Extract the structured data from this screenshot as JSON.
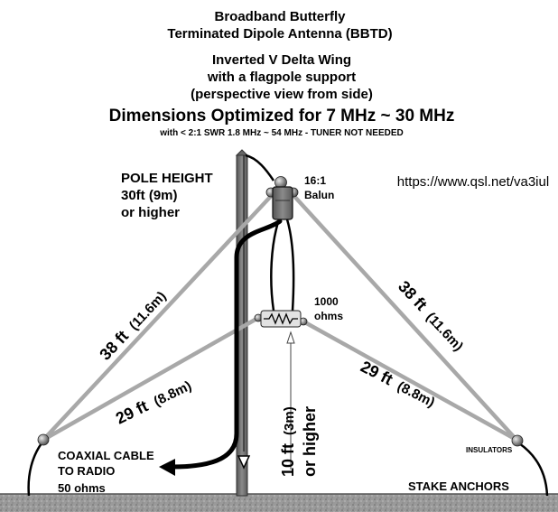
{
  "header": {
    "line1": "Broadband Butterfly",
    "line2": "Terminated Dipole Antenna (BBTD)",
    "line3": "Inverted V Delta Wing",
    "line4": "with a flagpole support",
    "line5": "(perspective view from side)",
    "main": "Dimensions Optimized for 7 MHz ~ 30 MHz",
    "sub": "with < 2:1 SWR 1.8 MHz ~ 54 MHz - TUNER NOT NEEDED"
  },
  "url": "https://www.qsl.net/va3iul",
  "pole": {
    "line1": "POLE HEIGHT",
    "line2": "30ft (9m)",
    "line3": "or higher"
  },
  "balun": {
    "line1": "16:1",
    "line2": "Balun"
  },
  "resistor": {
    "line1": "1000",
    "line2": "ohms"
  },
  "left_outer": {
    "ft": "38 ft",
    "m": "(11.6m)"
  },
  "right_outer": {
    "ft": "38 ft",
    "m": "(11.6m)"
  },
  "left_inner": {
    "ft": "29 ft",
    "m": "(8.8m)"
  },
  "right_inner": {
    "ft": "29 ft",
    "m": "(8.8m)"
  },
  "height": {
    "ft": "10 ft",
    "m": "(3m)",
    "extra": "or higher"
  },
  "coax": {
    "line1": "COAXIAL CABLE",
    "line2": "TO RADIO",
    "line3": "50 ohms"
  },
  "insulators": "INSULATORS",
  "stake": "STAKE ANCHORS",
  "colors": {
    "wire": "#a8a8a8",
    "pole": "#6e6e6e",
    "ground": "#9a9a9a",
    "coax": "#000000"
  }
}
